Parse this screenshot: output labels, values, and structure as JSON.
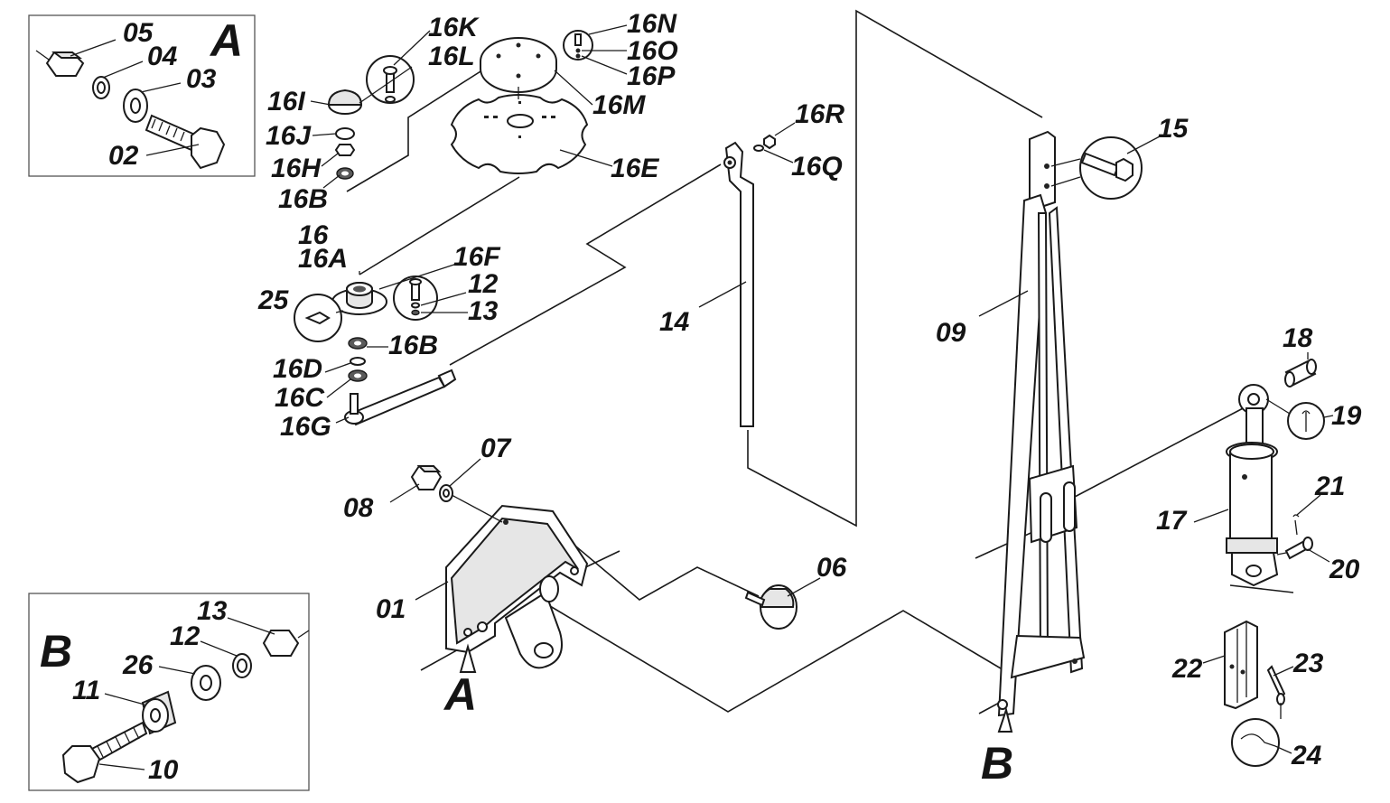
{
  "detail_a": {
    "title": "A",
    "labels": {
      "p05": "05",
      "p04": "04",
      "p03": "03",
      "p02": "02"
    }
  },
  "detail_b": {
    "title": "B",
    "labels": {
      "p13": "13",
      "p12": "12",
      "p26": "26",
      "p11": "11",
      "p10": "10"
    }
  },
  "disc_assembly": {
    "labels": {
      "p16K": "16K",
      "p16L": "16L",
      "p16N": "16N",
      "p16O": "16O",
      "p16P": "16P",
      "p16I": "16I",
      "p16J": "16J",
      "p16H": "16H",
      "p16B_top": "16B",
      "p16M": "16M",
      "p16E": "16E"
    }
  },
  "hub_assembly": {
    "labels": {
      "p16": "16",
      "p16A": "16A",
      "p16F": "16F",
      "p12": "12",
      "p13": "13",
      "p25": "25",
      "p16B": "16B",
      "p16D": "16D",
      "p16C": "16C",
      "p16G": "16G"
    }
  },
  "arm": {
    "labels": {
      "p16R": "16R",
      "p16Q": "16Q",
      "p14": "14"
    }
  },
  "mast": {
    "labels": {
      "p15": "15",
      "p09": "09"
    },
    "marker": "B"
  },
  "bracket": {
    "labels": {
      "p07": "07",
      "p08": "08",
      "p01": "01",
      "p06": "06"
    },
    "marker": "A"
  },
  "cylinder": {
    "labels": {
      "p18": "18",
      "p19": "19",
      "p21": "21",
      "p17": "17",
      "p20": "20",
      "p22": "22",
      "p23": "23",
      "p24": "24"
    }
  }
}
